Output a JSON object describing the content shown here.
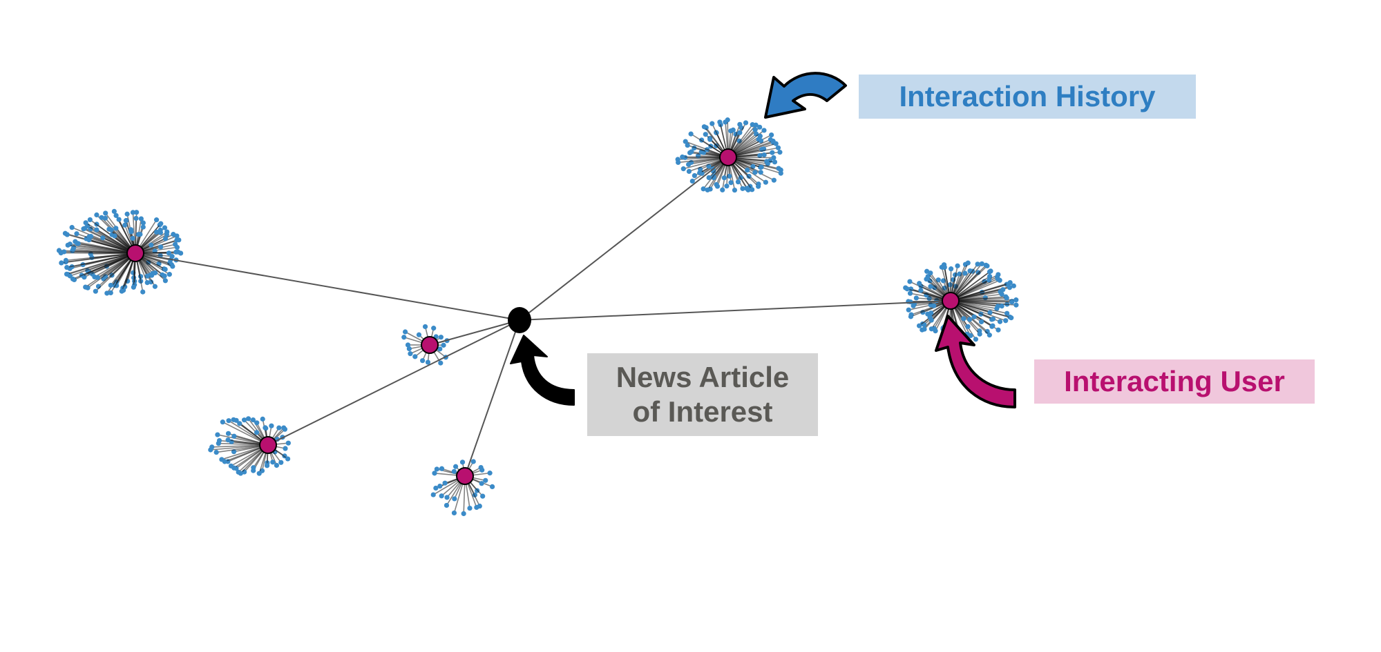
{
  "diagram": {
    "title": "",
    "labels": {
      "interaction_history": {
        "text": "Interaction History",
        "text_color": "#2e7ec2",
        "bg_color": "#c3d9ed"
      },
      "interacting_user": {
        "text": "Interacting User",
        "text_color": "#b8106f",
        "bg_color": "#f0c7dc"
      },
      "news_article": {
        "text": "News Article\nof Interest",
        "line1": "News Article",
        "line2": "of Interest",
        "text_color": "#5a5955",
        "bg_color": "#d4d4d4"
      }
    },
    "colors": {
      "article_node": "#000000",
      "user_node": "#b8106f",
      "history_node": "#3b8bc8",
      "edge": "#555555",
      "arrow_history": "#2f7cc3",
      "arrow_user": "#b8106f",
      "arrow_article": "#000000"
    },
    "nodes": {
      "article": {
        "id": "article",
        "type": "news-article"
      },
      "users": [
        {
          "id": "user-1",
          "type": "interacting-user",
          "history_count": 150
        },
        {
          "id": "user-2",
          "type": "interacting-user",
          "history_count": 110
        },
        {
          "id": "user-3",
          "type": "interacting-user",
          "history_count": 130
        },
        {
          "id": "user-4",
          "type": "interacting-user",
          "history_count": 18
        },
        {
          "id": "user-5",
          "type": "interacting-user",
          "history_count": 55
        },
        {
          "id": "user-6",
          "type": "interacting-user",
          "history_count": 30
        }
      ]
    },
    "edges": [
      {
        "from": "article",
        "to": "user-1"
      },
      {
        "from": "article",
        "to": "user-2"
      },
      {
        "from": "article",
        "to": "user-3"
      },
      {
        "from": "article",
        "to": "user-4"
      },
      {
        "from": "article",
        "to": "user-5"
      },
      {
        "from": "article",
        "to": "user-6"
      }
    ]
  }
}
